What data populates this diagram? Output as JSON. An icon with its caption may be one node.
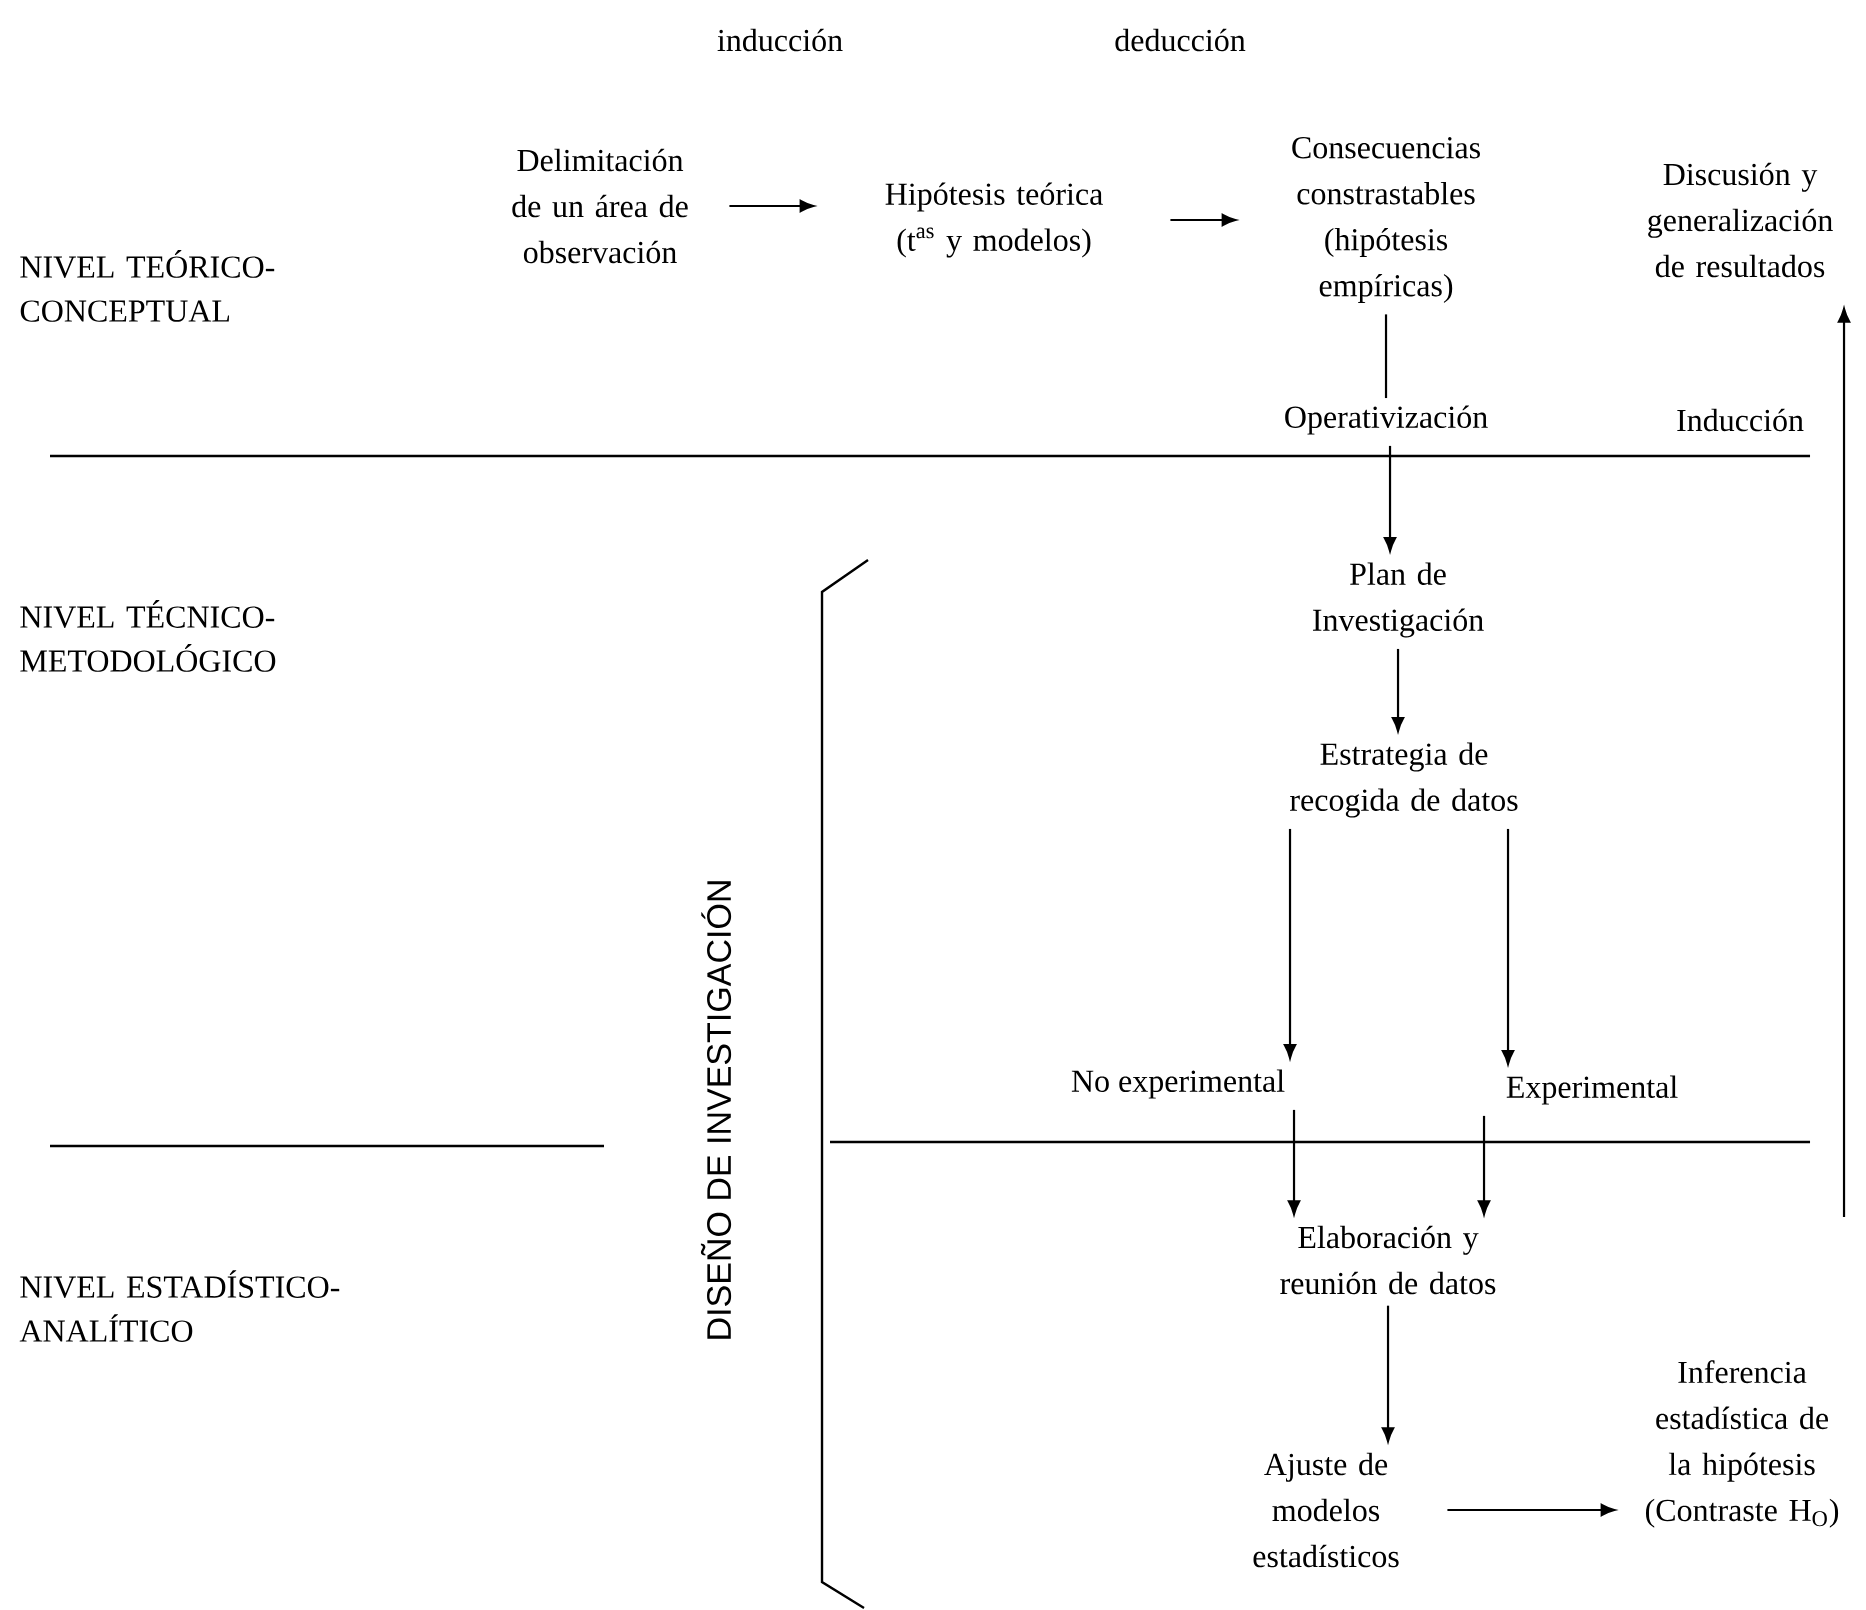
{
  "diagram": {
    "nodes": [
      {
        "text": [
          "Delimitación de un área de observación"
        ]
      },
      {
        "text": [
          "Hipótesis teórica (t$^{as}$ y modelos)"
        ]
      },
      {
        "text": [
          "Consecuencias constrastables (hipótesis empíricas)"
        ]
      },
      {
        "text": [
          "Discusión y generalización de resultados"
        ]
      },
      {
        "text": [
          "Operativización"
        ]
      },
      {
        "text": [
          "Plan de Investigación"
        ]
      },
      {
        "text": [
          "Estrategia de recogida de datos"
        ]
      },
      {
        "text": [
          "No experimental"
        ]
      },
      {
        "text": [
          "Experimental"
        ]
      },
      {
        "text": [
          "Elaboración y reunión de datos"
        ]
      },
      {
        "text": [
          "Ajuste de modelos estadísticos"
        ]
      },
      {
        "text": [
          "Inferencia estadística de la hipótesis (Contraste H$_{O}$)"
        ]
      }
    ],
    "edges": [
      {
        "from": 0,
        "to": 1,
        "arrow": "to"
      },
      {
        "from": 1,
        "to": 2,
        "arrow": "to"
      },
      {
        "from": 2,
        "to": 4,
        "arrow": "none"
      },
      {
        "from": 4,
        "to": 5,
        "arrow": "to"
      },
      {
        "from": 5,
        "to": 6,
        "arrow": "to"
      },
      {
        "from": 6,
        "to": 7,
        "arrow": "to"
      },
      {
        "from": 6,
        "to": 8,
        "arrow": "to"
      },
      {
        "from": 7,
        "to": 9,
        "arrow": "to"
      },
      {
        "from": 8,
        "to": 9,
        "arrow": "to"
      },
      {
        "from": 9,
        "to": 10,
        "arrow": "to"
      },
      {
        "from": 10,
        "to": 11,
        "arrow": "to"
      },
      {
        "from": 11,
        "to": 3,
        "arrow": "to"
      }
    ],
    "labels": [
      "inducción",
      "deducción",
      "NIVEL TEÓRICO-CONCEPTUAL",
      "Inducción",
      "NIVEL TÉCNICO-METODOLÓGICO",
      "DISEÑO DE INVESTIGACIÓN",
      "NIVEL ESTADÍSTICO-ANALÍTICO"
    ]
  }
}
